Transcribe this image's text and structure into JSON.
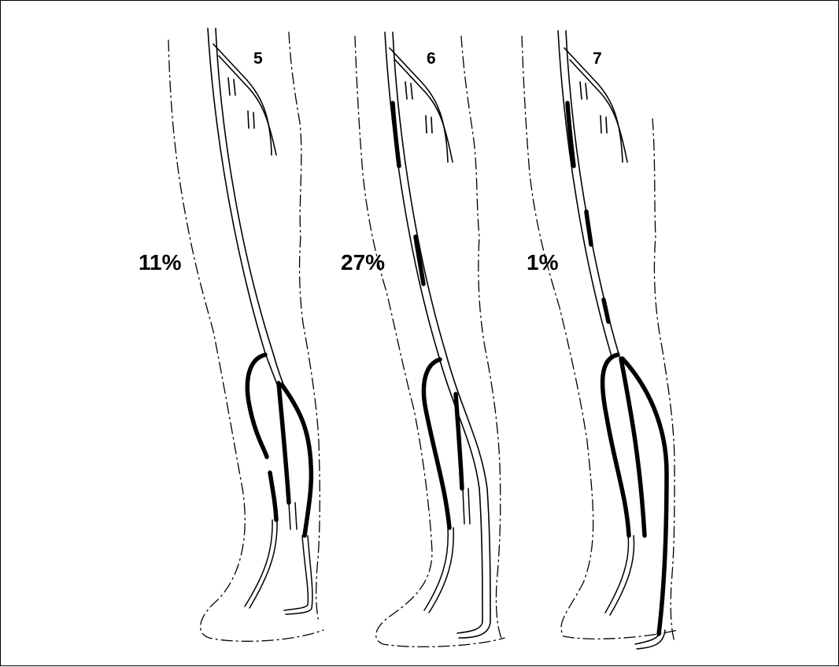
{
  "figure": {
    "panels": [
      {
        "number": "5",
        "percent": "11%"
      },
      {
        "number": "6",
        "percent": "27%"
      },
      {
        "number": "7",
        "percent": "1%"
      }
    ],
    "colors": {
      "line": "#000000",
      "background": "#ffffff"
    }
  }
}
